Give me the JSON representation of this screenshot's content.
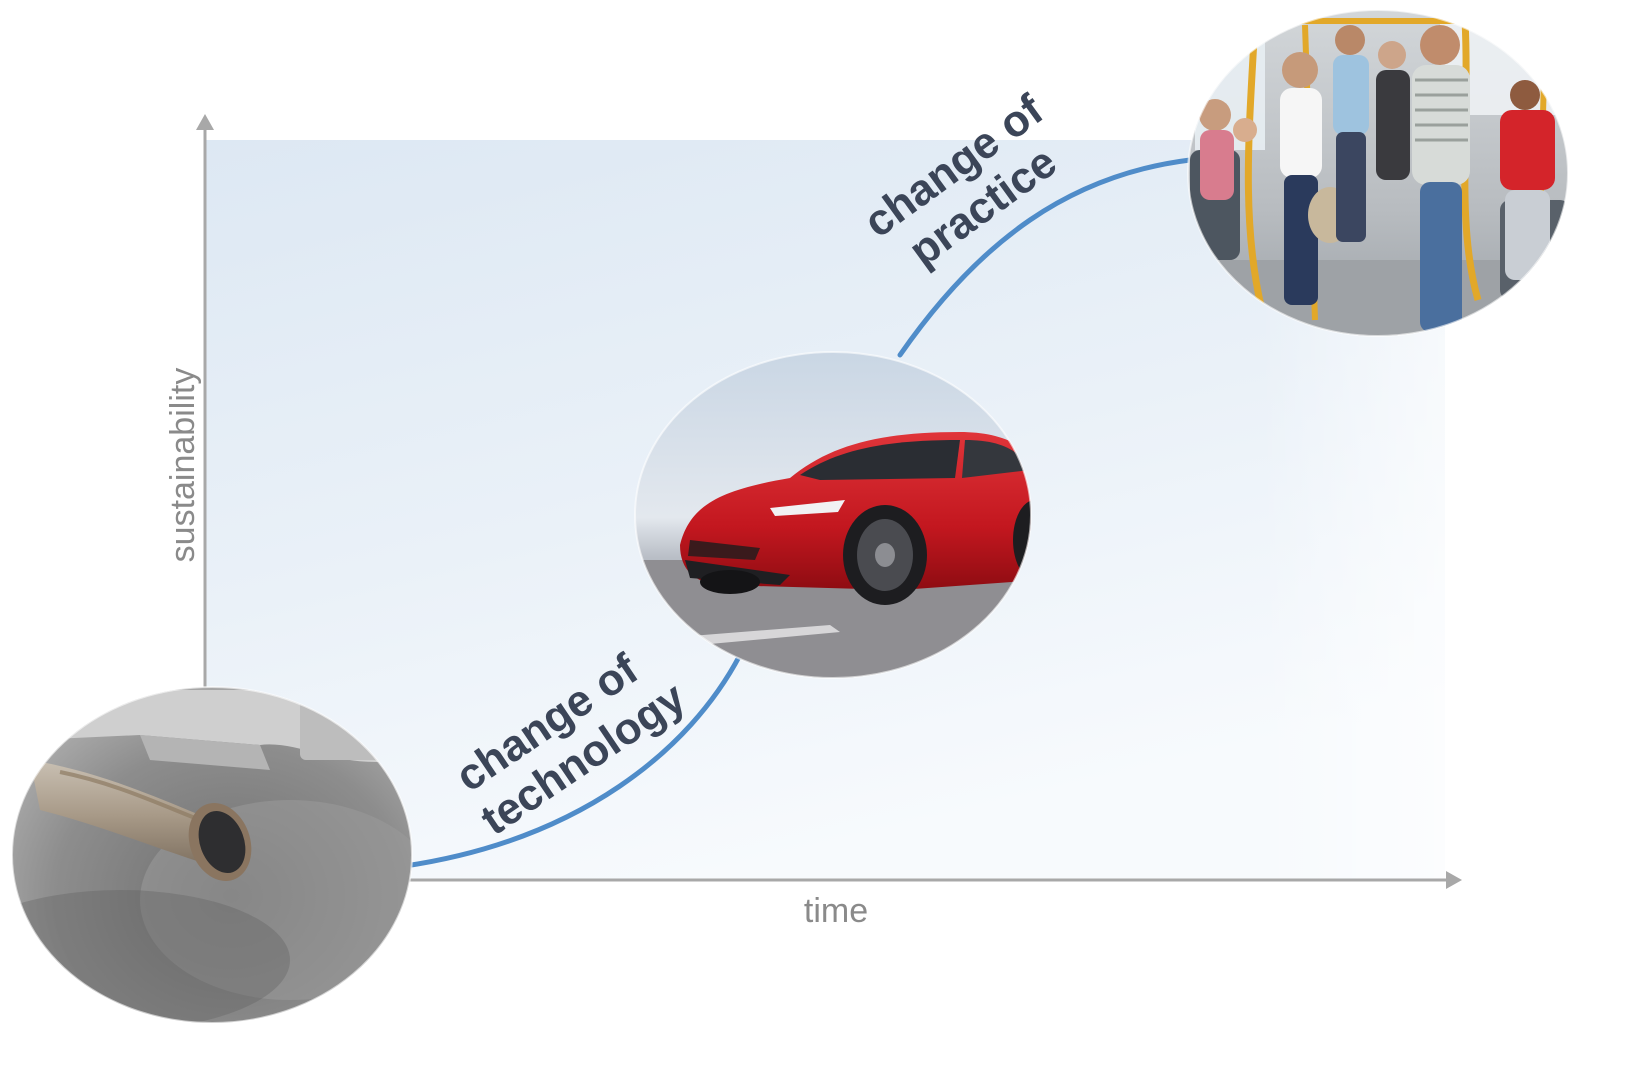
{
  "axes": {
    "x_label": "time",
    "y_label": "sustainability"
  },
  "curve": {
    "color": "#4f8cc9",
    "labels": [
      {
        "line1": "change of",
        "line2": "technology"
      },
      {
        "line1": "change of",
        "line2": "practice"
      }
    ]
  },
  "stages": [
    {
      "name": "exhaust-pipe",
      "icon": "exhaust-pipe-photo"
    },
    {
      "name": "electric-car",
      "icon": "red-electric-car-photo"
    },
    {
      "name": "public-transport",
      "icon": "crowded-bus-photo"
    }
  ],
  "colors": {
    "axis": "#a8a8a8",
    "background_top": "#dfe9f3",
    "background_bottom": "#f7fafd",
    "label_text": "#3b4558"
  }
}
